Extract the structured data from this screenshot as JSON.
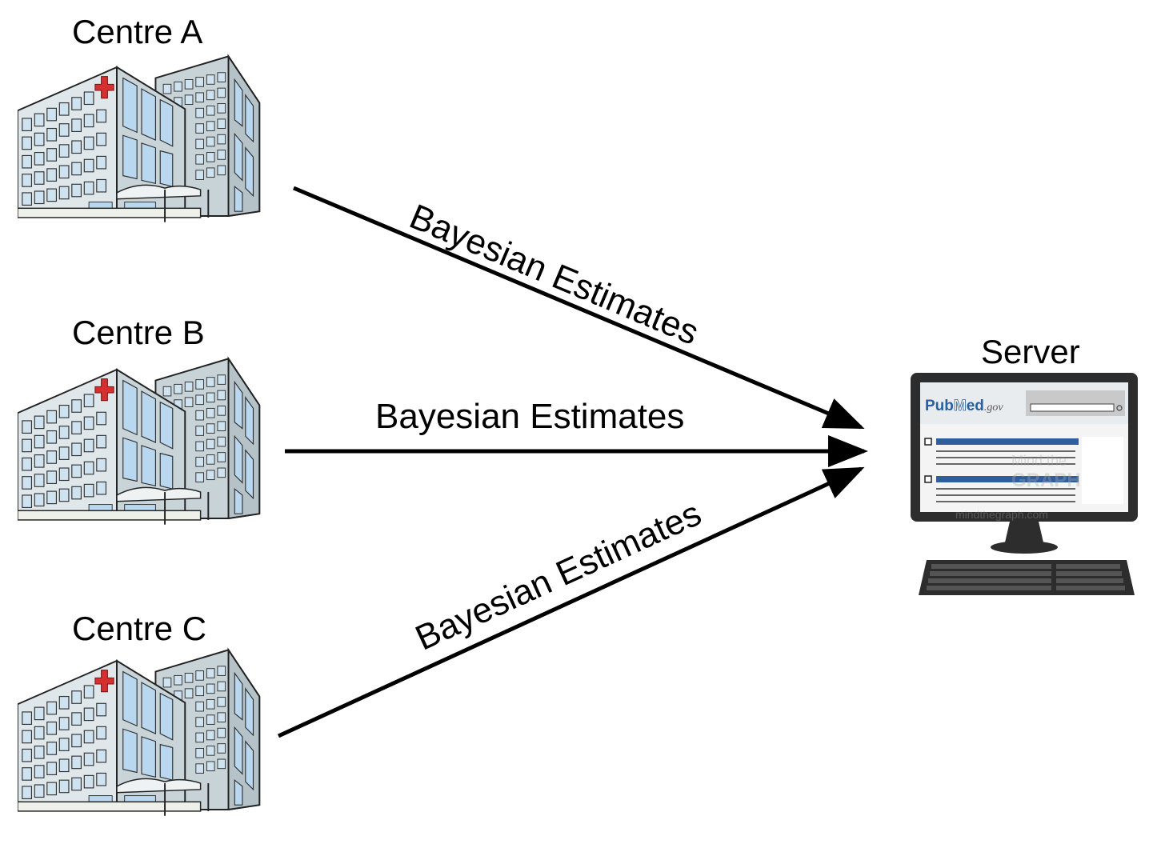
{
  "nodes": {
    "centre_a": {
      "label": "Centre A"
    },
    "centre_b": {
      "label": "Centre B"
    },
    "centre_c": {
      "label": "Centre C"
    },
    "server": {
      "label": "Server"
    }
  },
  "edges": [
    {
      "from": "centre_a",
      "to": "server",
      "label": "Bayesian Estimates"
    },
    {
      "from": "centre_b",
      "to": "server",
      "label": "Bayesian Estimates"
    },
    {
      "from": "centre_c",
      "to": "server",
      "label": "Bayesian Estimates"
    }
  ],
  "screen": {
    "brand": "Pub",
    "brand_m": "M",
    "brand_rest": "ed",
    "brand_suffix": ".gov"
  },
  "watermark": {
    "line1": "Mind the",
    "line2": "GRAPH",
    "url": "mindthegraph.com"
  },
  "colors": {
    "building_face": "#d7e0e3",
    "building_side": "#c3ced2",
    "window": "#b9d7ef",
    "cross": "#d62f2f",
    "brand_blue": "#2a5fa0",
    "monitor": "#2d2d2d"
  }
}
